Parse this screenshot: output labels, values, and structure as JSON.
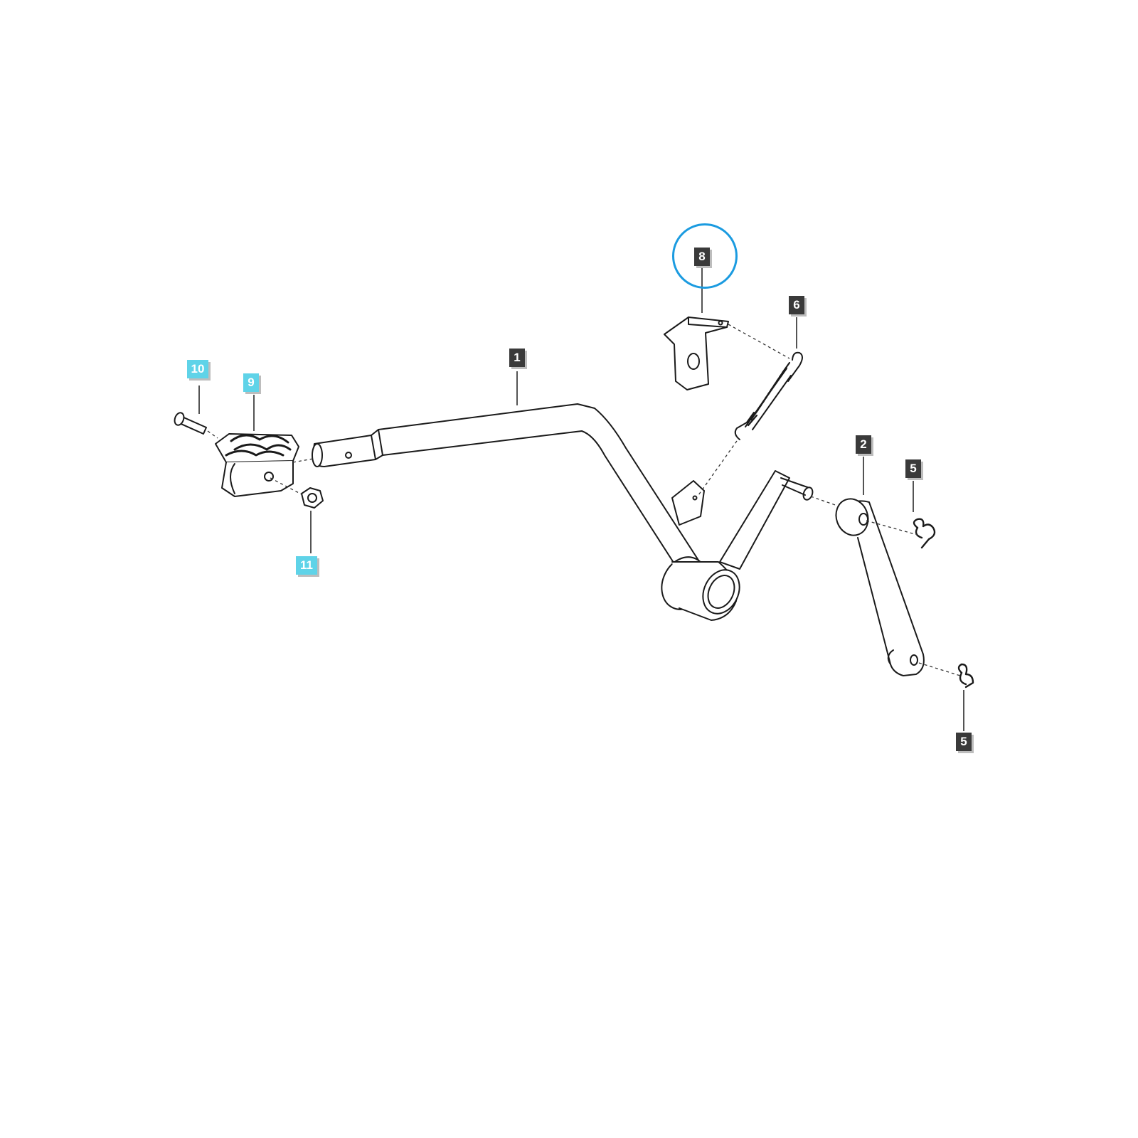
{
  "diagram": {
    "highlight_color": "#1b9be0",
    "callouts": {
      "c1": "1",
      "c2": "2",
      "c5a": "5",
      "c5b": "5",
      "c6": "6",
      "c8": "8",
      "c9": "9",
      "c10": "10",
      "c11": "11"
    },
    "highlighted_callout": "8",
    "callout_colors": {
      "standard": "#3a3a3a",
      "accent": "#5fd3e8"
    }
  }
}
